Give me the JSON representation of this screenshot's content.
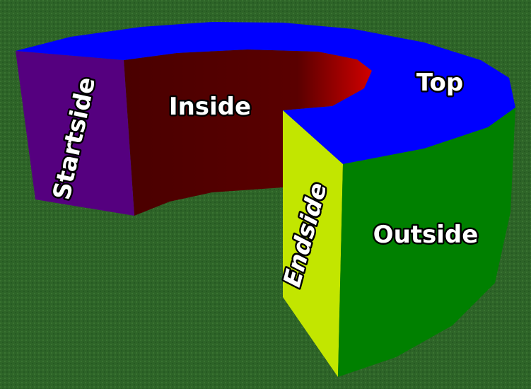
{
  "labels": {
    "top": "Top",
    "inside": "Inside",
    "startside": "Startside",
    "endside": "Endside",
    "outside": "Outside"
  },
  "colors": {
    "top": "#0000ff",
    "inside_dark": "#4a0000",
    "inside_light": "#d00000",
    "startside": "#55007f",
    "endside": "#c2e600",
    "outside": "#008000",
    "ground": "#2e6428"
  }
}
